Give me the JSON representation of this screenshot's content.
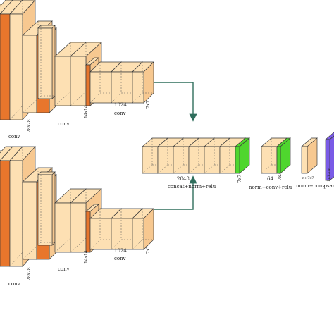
{
  "colors": {
    "conv_light": "#fde0b3",
    "conv_mid": "#f7c890",
    "conv_dark": "#e8762c",
    "relu_green": "#4fd62e",
    "upsample_violet": "#7a5be6",
    "arrow": "#2f6e5c"
  },
  "branch_top": {
    "size_label_1": "28x28",
    "block_label_1": "conv",
    "block_label_0": "conv",
    "size_label_2": "14x14",
    "channel_label": "1024",
    "block_label_2": "conv",
    "size_label_3": "7x7"
  },
  "branch_bottom": {
    "size_label_1": "28x28",
    "block_label_1": "conv",
    "block_label_0": "conv",
    "size_label_2": "14x14",
    "channel_label": "1024",
    "block_label_2": "conv",
    "size_label_3": "7x7"
  },
  "fusion": {
    "channel_label": "2048",
    "size_label": "7x7",
    "block_label": "concat+norm+relu"
  },
  "stage2": {
    "channel_label": "64",
    "size_label": "7x7",
    "block_label": "norm+conv+relu"
  },
  "stage3": {
    "size_label": "n×7x7",
    "block_label": "norm+conv"
  },
  "stage4": {
    "size_label": "1×h×w",
    "block_label": "upsam"
  }
}
